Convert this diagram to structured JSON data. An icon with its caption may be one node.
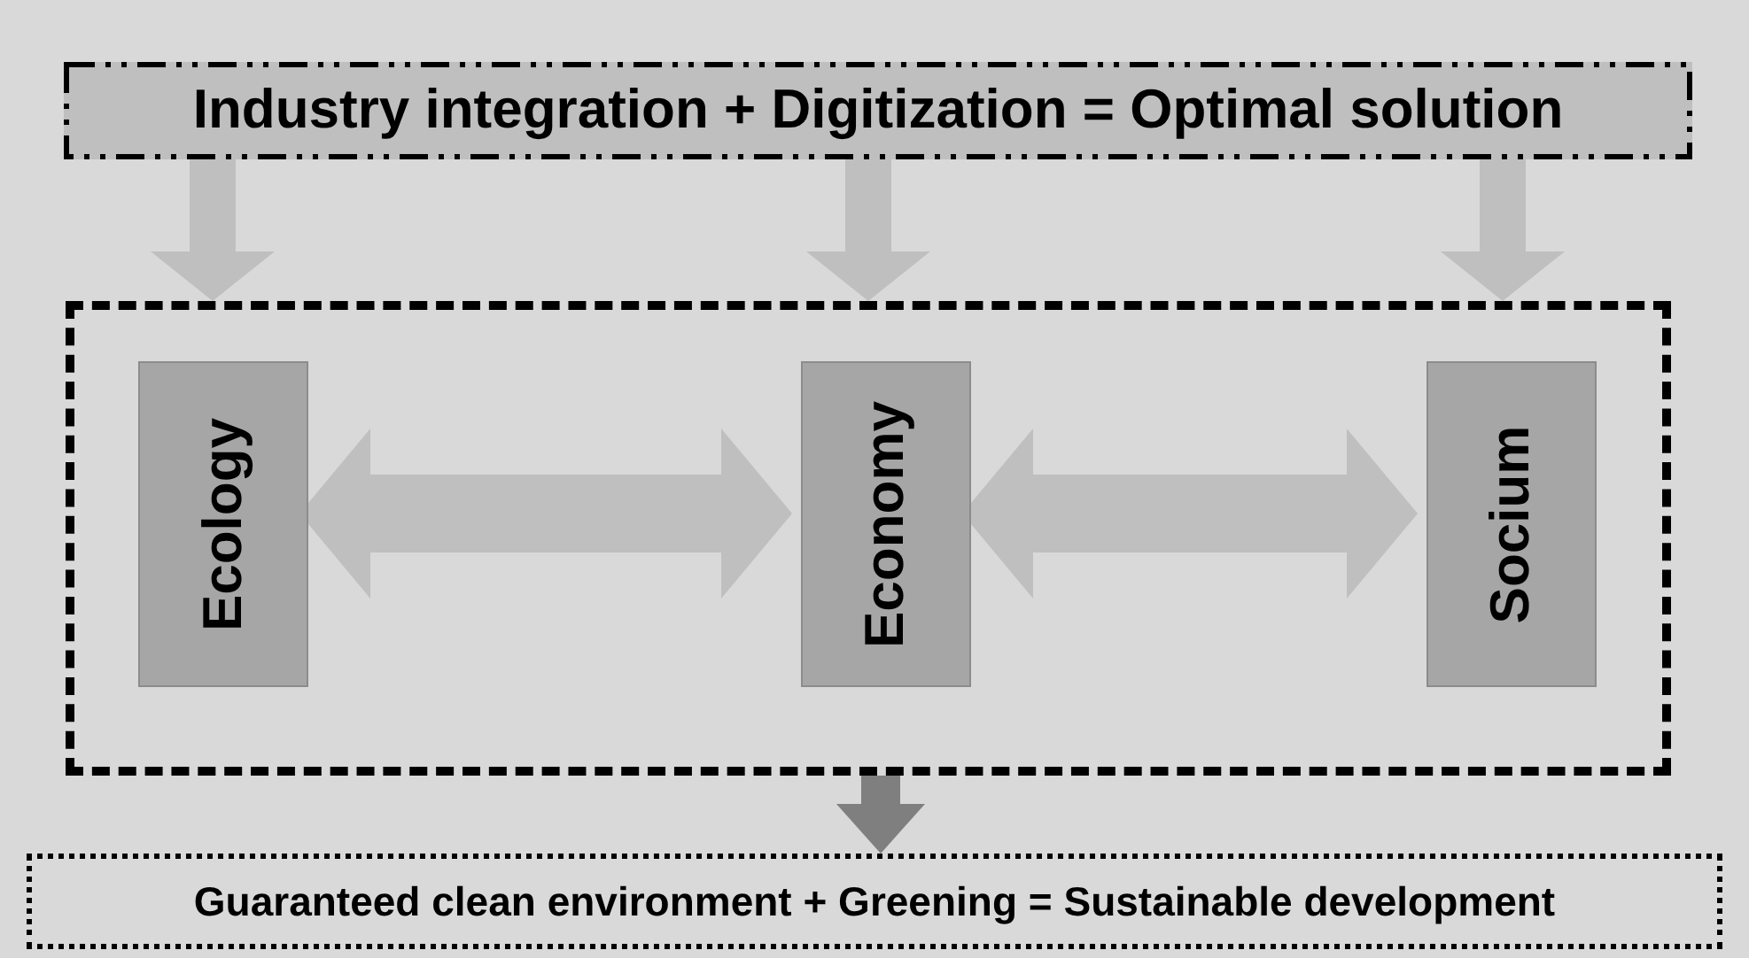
{
  "diagram": {
    "nodes": [
      {
        "text": [
          "Industry integration + Digitization = Optimal solution"
        ]
      },
      {
        "text": [],
        "shape": "box"
      },
      {
        "text": [
          "Ecology"
        ],
        "in": 1
      },
      {
        "text": [
          "Economy"
        ],
        "in": 1
      },
      {
        "text": [
          "Socium"
        ],
        "in": 1
      },
      {
        "text": [
          "Guaranteed clean environment + Greening = Sustainable development"
        ]
      }
    ],
    "edges": [
      {
        "from": 0,
        "to": 1,
        "arrow": "to"
      },
      {
        "from": 0,
        "to": 1,
        "arrow": "to"
      },
      {
        "from": 0,
        "to": 1,
        "arrow": "to"
      },
      {
        "from": 2,
        "to": 3,
        "arrow": "both"
      },
      {
        "from": 3,
        "to": 4,
        "arrow": "both"
      },
      {
        "from": 1,
        "to": 5,
        "arrow": "to",
        "color": "#7f7f7f"
      }
    ]
  }
}
